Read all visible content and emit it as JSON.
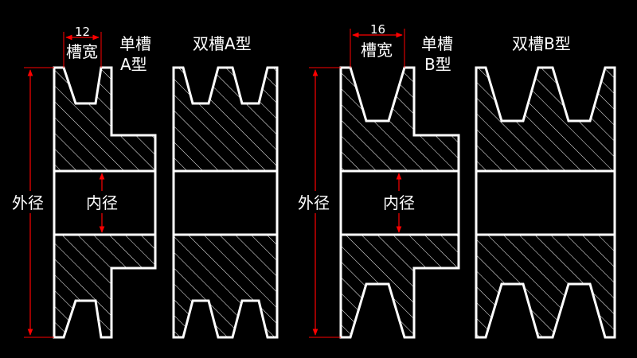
{
  "colors": {
    "background": "#000000",
    "outline": "#ffffff",
    "dimension": "#ff0000",
    "hatch": "#ffffff"
  },
  "pulley_single_a": {
    "title_line1": "单槽",
    "title_line2": "A型",
    "groove_width_value": "12",
    "groove_width_label": "槽宽",
    "outer_diameter_label": "外径",
    "inner_diameter_label": "内径"
  },
  "pulley_double_a": {
    "title": "双槽A型"
  },
  "pulley_single_b": {
    "title_line1": "单槽",
    "title_line2": "B型",
    "groove_width_value": "16",
    "groove_width_label": "槽宽",
    "outer_diameter_label": "外径",
    "inner_diameter_label": "内径"
  },
  "pulley_double_b": {
    "title": "双槽B型"
  }
}
